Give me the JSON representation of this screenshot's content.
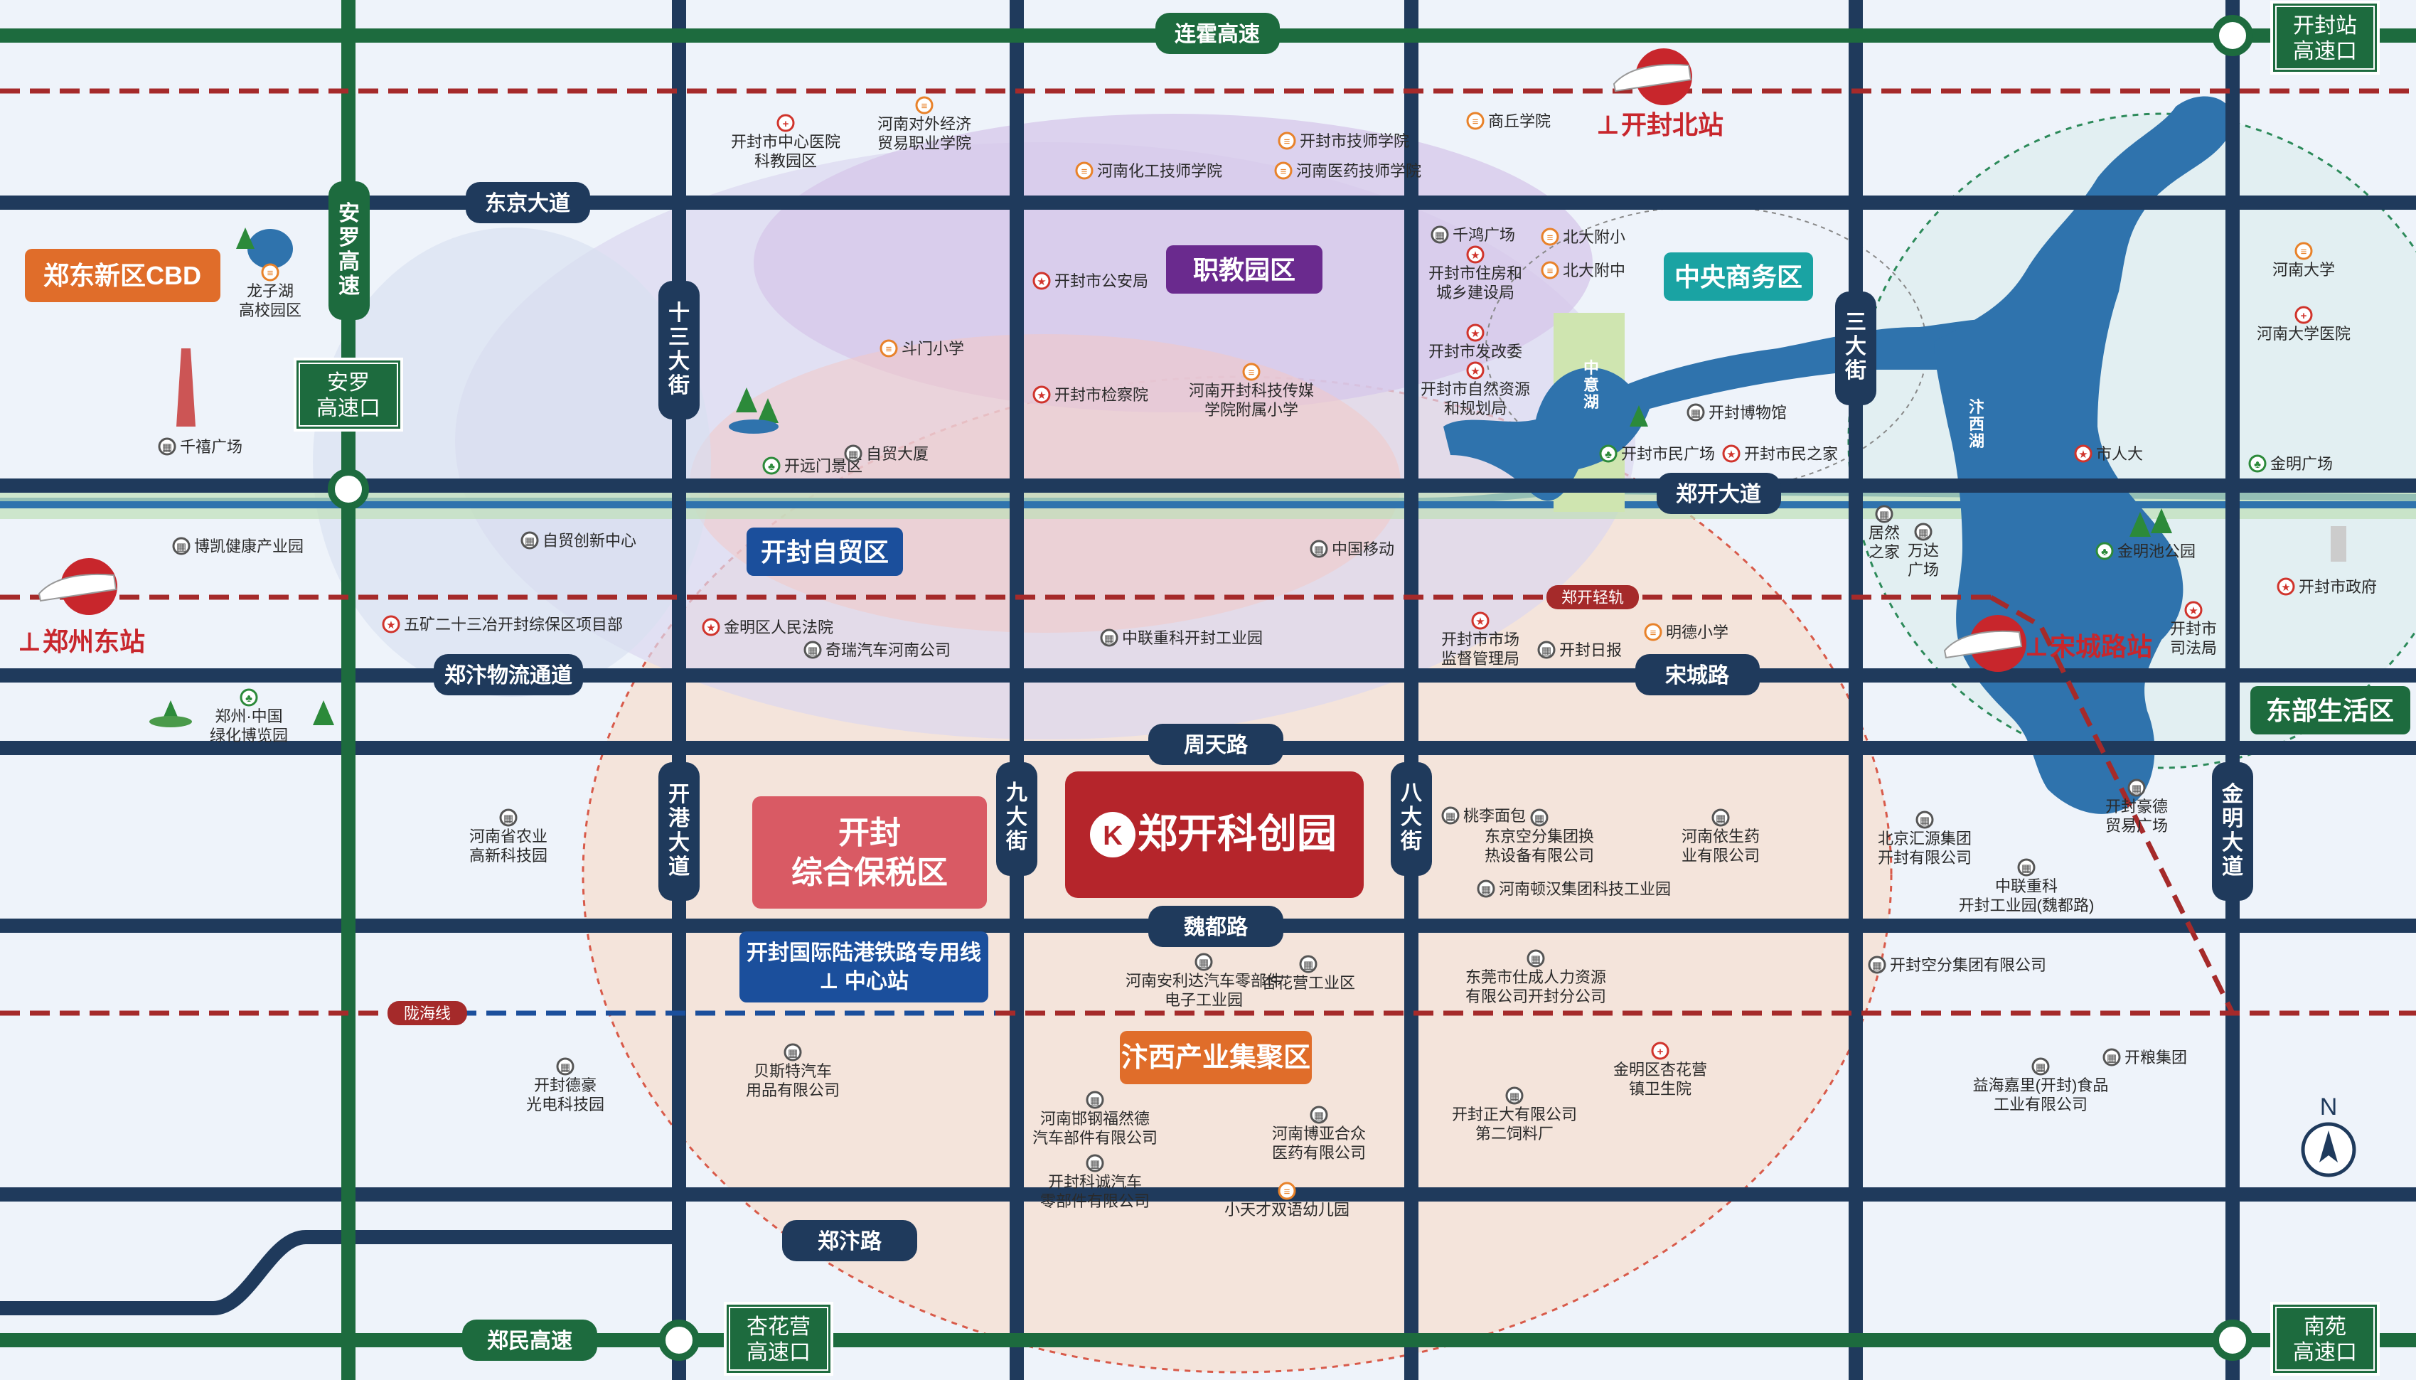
{
  "colors": {
    "background": "#eef3fa",
    "road_navy": "#1f3a5c",
    "highway_green": "#1d6b3e",
    "railway_red": "#a52a2a",
    "water_blue": "#2f73ad",
    "accent_red": "#b5252b",
    "orange": "#e06d2a",
    "purple": "#6a2a8e",
    "teal": "#1aa3a3",
    "blue": "#1b4f9c",
    "pink": "#d95a64"
  },
  "north_label": "N",
  "roads": {
    "lianhuo": "连霍高速",
    "dongjing": "东京大道",
    "zhengkai": "郑开大道",
    "zhengbian_logistics": "郑汴物流通道",
    "songcheng": "宋城路",
    "zhoutian": "周天路",
    "weidu": "魏都路",
    "zhengbian": "郑汴路",
    "zhengmin": "郑民高速",
    "anluo": "安罗\n高速",
    "shisan": "十三\n大街",
    "kaigang": "开港\n大道",
    "jiu": "九大\n街",
    "ba": "八大\n街",
    "san": "三大\n街",
    "jinming": "金明\n大道",
    "longhai": "陇海线",
    "light_rail": "郑开轻轨"
  },
  "exits": {
    "kaifeng": "开封站\n高速口",
    "anluo": "安罗\n高速口",
    "xinghuaying": "杏花营\n高速口",
    "nanyuan": "南苑\n高速口"
  },
  "stations": {
    "north": "开封北站",
    "east": "郑州东站",
    "songchenglu": "宋城路站"
  },
  "zones": {
    "cbd": "郑东新区CBD",
    "vocational": "职教园区",
    "central_business": "中央商务区",
    "ftz": "开封自贸区",
    "east_life": "东部生活区",
    "bonded": "开封\n综合保税区",
    "rail_line": "开封国际陆港铁路专用线\n中心站",
    "industrial": "汴西产业集聚区",
    "project": "郑开科创园"
  },
  "lakes": {
    "zhongyi": "中\n意\n湖",
    "bianxi": "汴\n西\n湖"
  },
  "pois": [
    {
      "name": "开封市中心医院\n科教园区",
      "icon": "hospital"
    },
    {
      "name": "河南对外经济\n贸易职业学院",
      "icon": "school"
    },
    {
      "name": "商丘学院",
      "icon": "school"
    },
    {
      "name": "开封市技师学院",
      "icon": "school"
    },
    {
      "name": "河南化工技师学院",
      "icon": "school"
    },
    {
      "name": "河南医药技师学院",
      "icon": "school"
    },
    {
      "name": "千禧广场",
      "icon": "building"
    },
    {
      "name": "龙子湖\n高校园区",
      "icon": "school"
    },
    {
      "name": "开封市公安局",
      "icon": "gov"
    },
    {
      "name": "千鸿广场",
      "icon": "building"
    },
    {
      "name": "北大附小",
      "icon": "school"
    },
    {
      "name": "北大附中",
      "icon": "school"
    },
    {
      "name": "开封市住房和\n城乡建设局",
      "icon": "gov"
    },
    {
      "name": "开封市发改委",
      "icon": "gov"
    },
    {
      "name": "开封市自然资源\n和规划局",
      "icon": "gov"
    },
    {
      "name": "斗门小学",
      "icon": "school"
    },
    {
      "name": "开封市检察院",
      "icon": "gov"
    },
    {
      "name": "河南开封科技传媒\n学院附属小学",
      "icon": "school"
    },
    {
      "name": "开封博物馆",
      "icon": "building"
    },
    {
      "name": "开封市民广场",
      "icon": "park"
    },
    {
      "name": "开封市民之家",
      "icon": "gov"
    },
    {
      "name": "开远门景区",
      "icon": "park"
    },
    {
      "name": "自贸大厦",
      "icon": "building"
    },
    {
      "name": "河南大学",
      "icon": "school"
    },
    {
      "name": "河南大学医院",
      "icon": "hospital"
    },
    {
      "name": "市人大",
      "icon": "gov"
    },
    {
      "name": "金明广场",
      "icon": "park"
    },
    {
      "name": "博凯健康产业园",
      "icon": "building"
    },
    {
      "name": "自贸创新中心",
      "icon": "building"
    },
    {
      "name": "中国移动",
      "icon": "building"
    },
    {
      "name": "居然\n之家",
      "icon": "building"
    },
    {
      "name": "万达\n广场",
      "icon": "building"
    },
    {
      "name": "金明池公园",
      "icon": "park"
    },
    {
      "name": "开封市政府",
      "icon": "gov"
    },
    {
      "name": "五矿二十三冶开封综保区项目部",
      "icon": "gov"
    },
    {
      "name": "金明区人民法院",
      "icon": "gov"
    },
    {
      "name": "奇瑞汽车河南公司",
      "icon": "building"
    },
    {
      "name": "中联重科开封工业园",
      "icon": "building"
    },
    {
      "name": "开封市市场\n监督管理局",
      "icon": "gov"
    },
    {
      "name": "开封日报",
      "icon": "building"
    },
    {
      "name": "明德小学",
      "icon": "school"
    },
    {
      "name": "开封市\n司法局",
      "icon": "gov"
    },
    {
      "name": "郑州·中国\n绿化博览园",
      "icon": "park"
    },
    {
      "name": "桃李面包",
      "icon": "building"
    },
    {
      "name": "东京空分集团换\n热设备有限公司",
      "icon": "building"
    },
    {
      "name": "河南依生药\n业有限公司",
      "icon": "building"
    },
    {
      "name": "北京汇源集团\n开封有限公司",
      "icon": "building"
    },
    {
      "name": "开封豪德\n贸易广场",
      "icon": "building"
    },
    {
      "name": "河南省农业\n高新科技园",
      "icon": "building"
    },
    {
      "name": "河南顿汉集团科技工业园",
      "icon": "building"
    },
    {
      "name": "中联重科\n开封工业园(魏都路)",
      "icon": "building"
    },
    {
      "name": "河南安利达汽车零部件\n电子工业园",
      "icon": "building"
    },
    {
      "name": "杏花营工业区",
      "icon": "building"
    },
    {
      "name": "东莞市仕成人力资源\n有限公司开封分公司",
      "icon": "building"
    },
    {
      "name": "开封空分集团有限公司",
      "icon": "building"
    },
    {
      "name": "开封德豪\n光电科技园",
      "icon": "building"
    },
    {
      "name": "贝斯特汽车\n用品有限公司",
      "icon": "building"
    },
    {
      "name": "金明区杏花营\n镇卫生院",
      "icon": "hospital"
    },
    {
      "name": "开粮集团",
      "icon": "building"
    },
    {
      "name": "益海嘉里(开封)食品\n工业有限公司",
      "icon": "building"
    },
    {
      "name": "河南邯钢福然德\n汽车部件有限公司",
      "icon": "building"
    },
    {
      "name": "河南博亚合众\n医药有限公司",
      "icon": "building"
    },
    {
      "name": "开封正大有限公司\n第二饲料厂",
      "icon": "building"
    },
    {
      "name": "开封科诚汽车\n零部件有限公司",
      "icon": "building"
    },
    {
      "name": "小天才双语幼儿园",
      "icon": "school"
    }
  ]
}
